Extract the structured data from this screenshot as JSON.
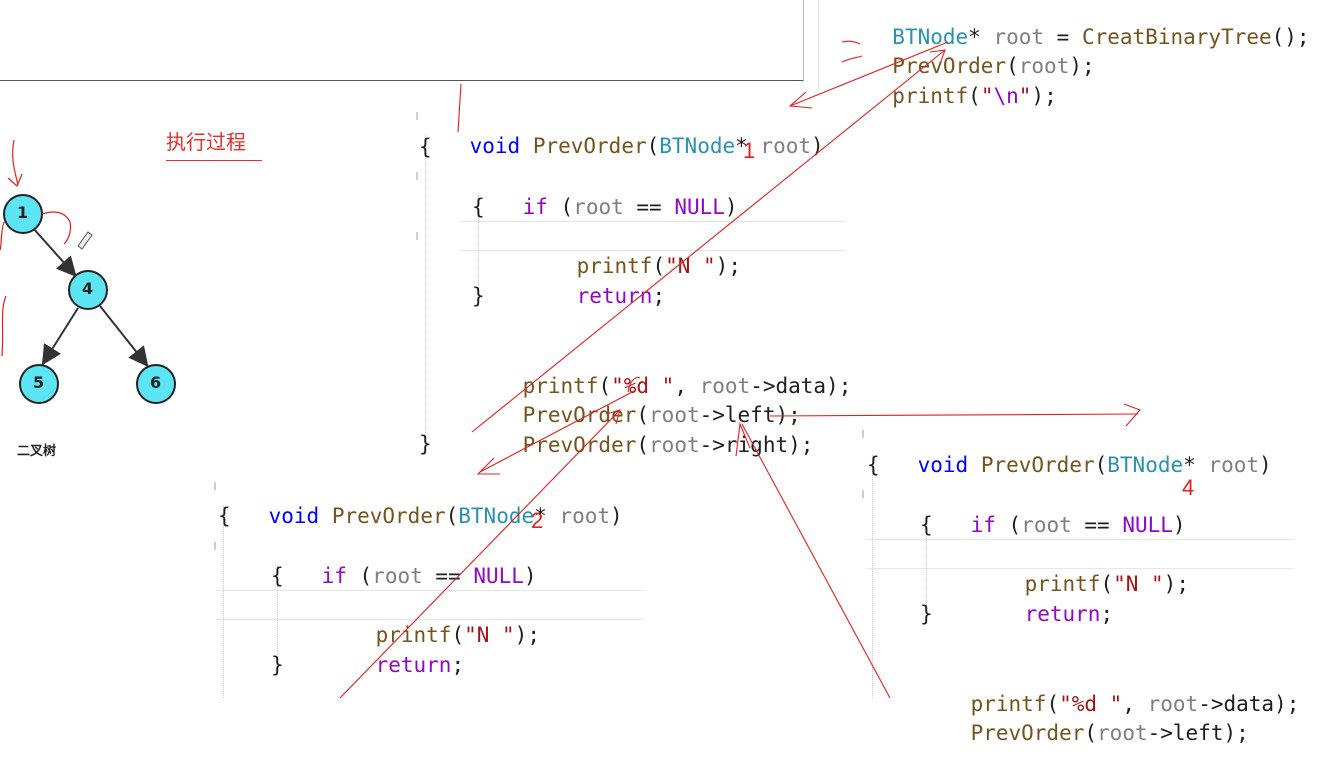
{
  "title": "执行过程",
  "caption": "二叉树",
  "step_labels": [
    "1",
    "2",
    "4"
  ],
  "tree": {
    "nodes": [
      "1",
      "4",
      "5",
      "6"
    ],
    "node_color": "#5ce6f5",
    "edges": [
      [
        "1",
        "4"
      ],
      [
        "4",
        "5"
      ],
      [
        "4",
        "6"
      ]
    ]
  },
  "main_code": {
    "line1": [
      "BTNode",
      "* ",
      "root",
      " = ",
      "CreatBinaryTree",
      "();"
    ],
    "line2": [
      "PrevOrder",
      "(",
      "root",
      ");"
    ],
    "line3": [
      "printf",
      "(",
      "\"",
      "\\n",
      "\"",
      ");"
    ]
  },
  "func_code": {
    "sig": [
      "void",
      "PrevOrder",
      "(",
      "BTNode",
      "* ",
      "root",
      ")"
    ],
    "open": "{",
    "close": "}",
    "if_line": [
      "if",
      " (",
      "root",
      " == ",
      "NULL",
      ")"
    ],
    "printf_n": [
      "printf",
      "(",
      "\"N \"",
      ");"
    ],
    "return_line": [
      "return",
      ";"
    ],
    "printf_d": [
      "printf",
      "(",
      "\"%d \"",
      ", ",
      "root",
      "->data);"
    ],
    "left_call": [
      "PrevOrder",
      "(",
      "root",
      "->left);"
    ],
    "right_call": [
      "PrevOrder",
      "(",
      "root",
      "->right);"
    ]
  },
  "colors": {
    "keyword": "#0000ff",
    "control": "#8f08c4",
    "function": "#74531f",
    "type": "#2b91af",
    "string": "#a31515",
    "variable": "#7f7f7f",
    "annotation_red": "#e02020"
  }
}
